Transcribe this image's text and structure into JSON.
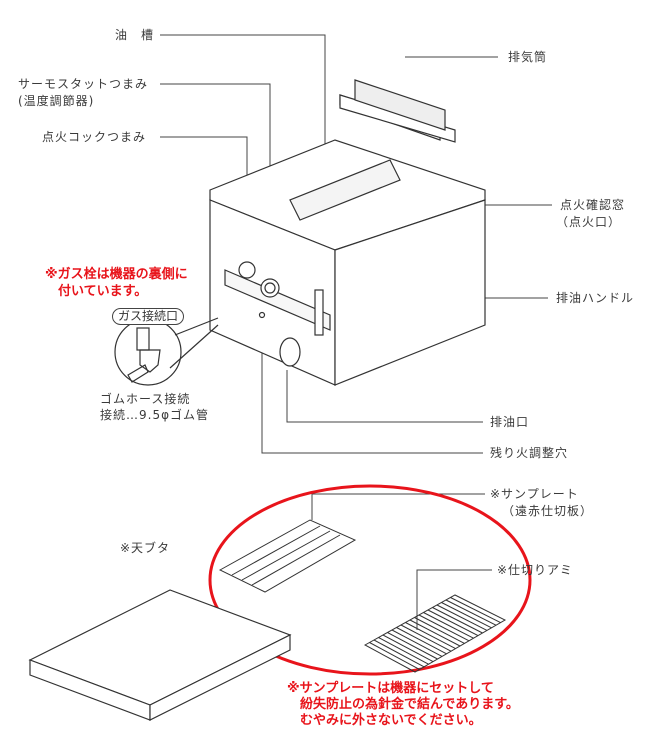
{
  "labels": {
    "oil_tank": "油　槽",
    "thermostat": "サーモスタットつまみ",
    "thermostat_sub": "(温度調節器)",
    "ignition_cock": "点火コックつまみ",
    "exhaust": "排気筒",
    "ignition_window": "点火確認窓",
    "ignition_window_sub": "（点火口）",
    "drain_handle": "排油ハンドル",
    "drain_port": "排油口",
    "ember_hole": "残り火調整穴",
    "gas_port": "ガス接続口",
    "hose_1": "ゴムホース接続",
    "hose_2": "接続…9.5φゴム管",
    "sun_plate": "※サンプレート",
    "sun_plate_sub": "（遠赤仕切板）",
    "divider_net": "※仕切りアミ",
    "lid": "※天ブタ"
  },
  "notes": {
    "gas_valve": [
      "※ガス栓は機器の裏側に",
      "付いています。"
    ],
    "sun_plate": [
      "※サンプレートは機器にセットして",
      "紛失防止の為針金で結んであります。",
      "むやみに外さないでください。"
    ]
  },
  "colors": {
    "note": "#e8141b",
    "line": "#444444"
  }
}
